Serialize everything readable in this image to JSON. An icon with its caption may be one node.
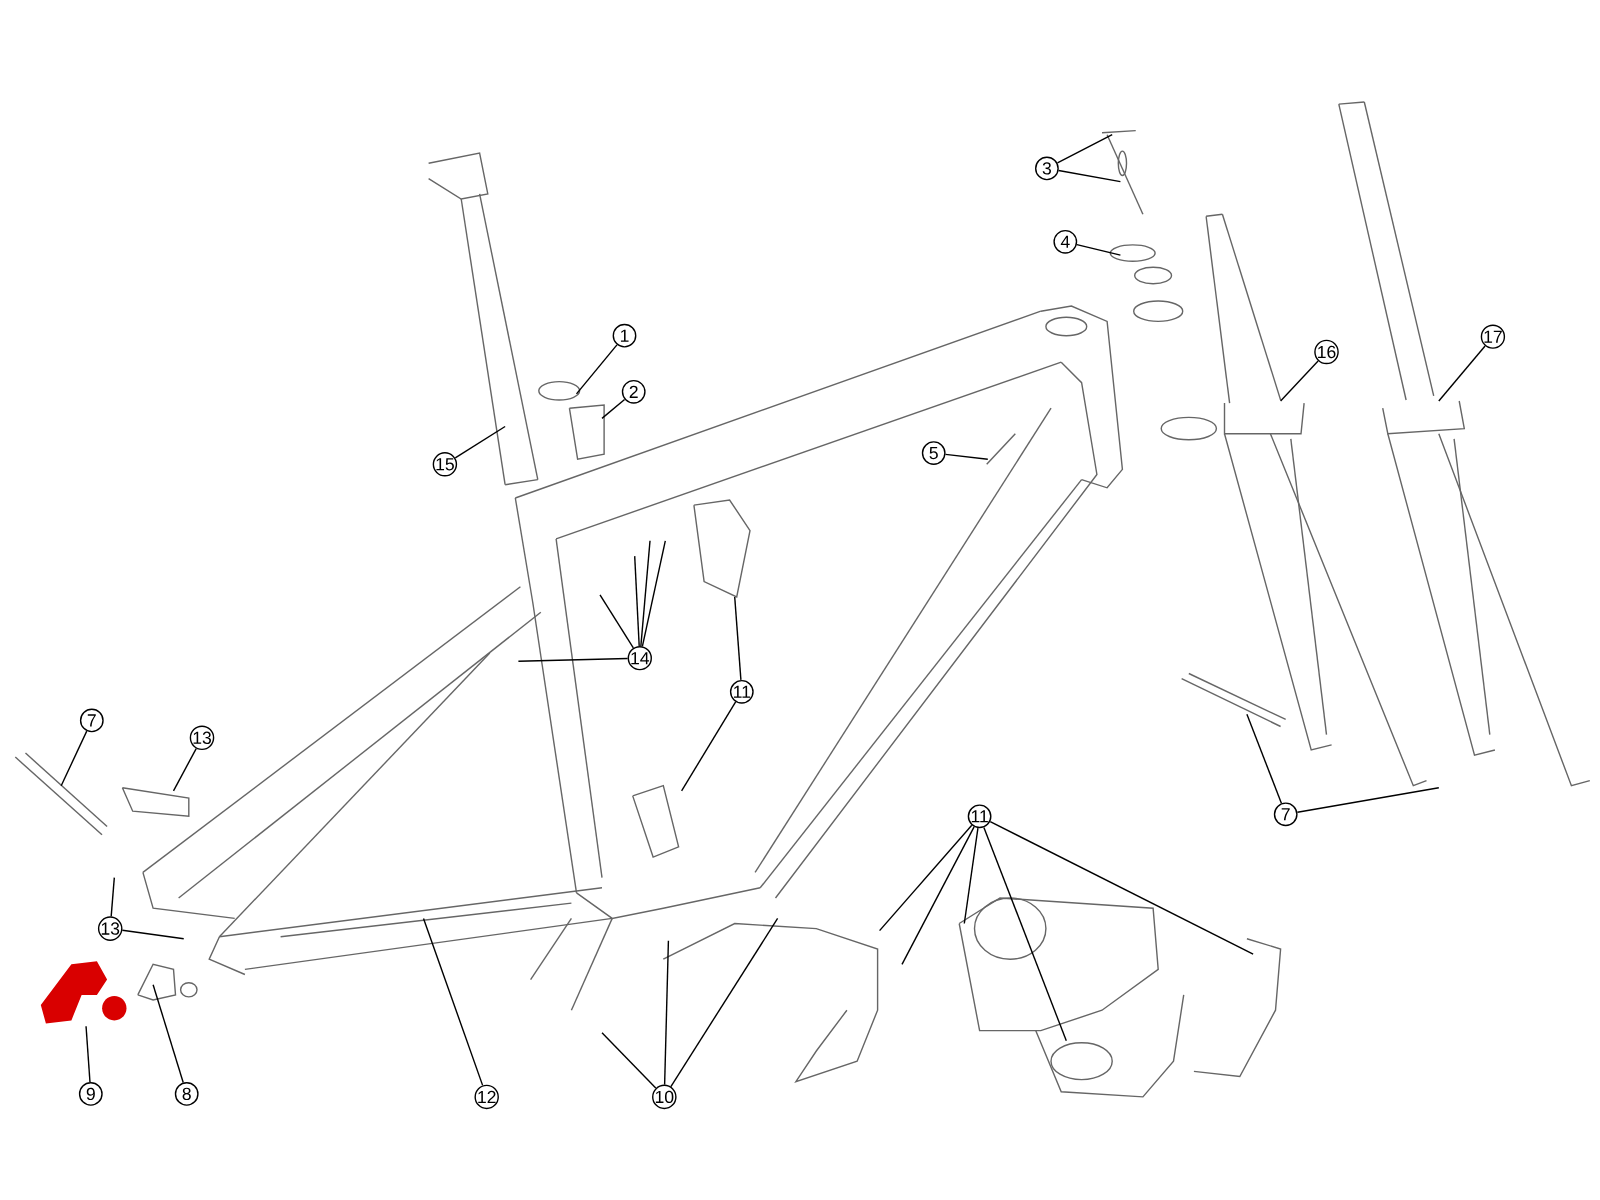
{
  "diagram": {
    "nodes": [
      {
        "text": [
          "3"
        ]
      },
      {
        "text": [
          "4"
        ]
      },
      {
        "text": [
          "1"
        ]
      },
      {
        "text": [
          "17"
        ]
      },
      {
        "text": [
          "16"
        ]
      },
      {
        "text": [
          "2"
        ]
      },
      {
        "text": [
          "5"
        ]
      },
      {
        "text": [
          "15"
        ]
      },
      {
        "text": [
          "14"
        ]
      },
      {
        "text": [
          "11"
        ]
      },
      {
        "text": [
          "7"
        ]
      },
      {
        "text": [
          "13"
        ]
      },
      {
        "text": [
          "7"
        ]
      },
      {
        "text": [
          "11"
        ]
      },
      {
        "text": [
          "13"
        ]
      },
      {
        "text": [
          "9"
        ]
      },
      {
        "text": [
          "8"
        ]
      },
      {
        "text": [
          "12"
        ]
      },
      {
        "text": [
          "10"
        ]
      },
      {
        "text": [],
        "shape": "picture"
      }
    ],
    "edges": [
      {
        "from": 0,
        "to": null,
        "arrow": "none"
      },
      {
        "from": 0,
        "to": null,
        "arrow": "none"
      },
      {
        "from": 1,
        "to": null,
        "arrow": "none"
      },
      {
        "from": 2,
        "to": null,
        "arrow": "none"
      },
      {
        "from": 3,
        "to": null,
        "arrow": "none"
      },
      {
        "from": 4,
        "to": null,
        "arrow": "none"
      },
      {
        "from": 5,
        "to": null,
        "arrow": "none"
      },
      {
        "from": 6,
        "to": null,
        "arrow": "none"
      },
      {
        "from": 7,
        "to": null,
        "arrow": "none"
      },
      {
        "from": 8,
        "to": null,
        "arrow": "none"
      },
      {
        "from": 8,
        "to": null,
        "arrow": "none"
      },
      {
        "from": 8,
        "to": null,
        "arrow": "none"
      },
      {
        "from": 8,
        "to": null,
        "arrow": "none"
      },
      {
        "from": 8,
        "to": null,
        "arrow": "none"
      },
      {
        "from": 9,
        "to": null,
        "arrow": "none"
      },
      {
        "from": 9,
        "to": null,
        "arrow": "none"
      },
      {
        "from": 10,
        "to": null,
        "arrow": "none"
      },
      {
        "from": 11,
        "to": null,
        "arrow": "none"
      },
      {
        "from": 12,
        "to": null,
        "arrow": "none"
      },
      {
        "from": 12,
        "to": null,
        "arrow": "none"
      },
      {
        "from": 13,
        "to": null,
        "arrow": "none"
      },
      {
        "from": 13,
        "to": null,
        "arrow": "none"
      },
      {
        "from": 13,
        "to": null,
        "arrow": "none"
      },
      {
        "from": 13,
        "to": null,
        "arrow": "none"
      },
      {
        "from": 13,
        "to": null,
        "arrow": "none"
      },
      {
        "from": 14,
        "to": null,
        "arrow": "none"
      },
      {
        "from": 14,
        "to": null,
        "arrow": "none"
      },
      {
        "from": 15,
        "to": 19,
        "arrow": "none"
      },
      {
        "from": 16,
        "to": null,
        "arrow": "none"
      },
      {
        "from": 17,
        "to": null,
        "arrow": "none"
      },
      {
        "from": 18,
        "to": null,
        "arrow": "none"
      },
      {
        "from": 18,
        "to": null,
        "arrow": "none"
      },
      {
        "from": 18,
        "to": null,
        "arrow": "none"
      }
    ]
  }
}
